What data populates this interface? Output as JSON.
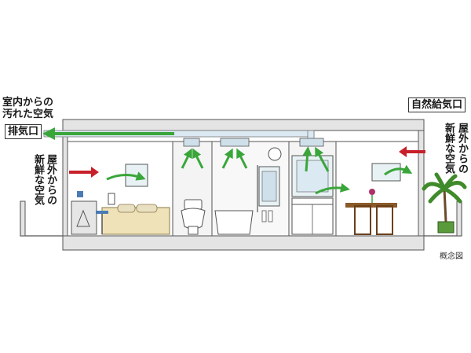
{
  "labels": {
    "dirty_air_line1": "室内からの",
    "dirty_air_line2": "汚れた空気",
    "exhaust_port": "排気口",
    "natural_intake": "自然給気口",
    "fresh_air_left_col1": "屋外からの",
    "fresh_air_left_col2": "新鮮な空気",
    "fresh_air_right_col1": "屋外からの",
    "fresh_air_right_col2": "新鮮な空気",
    "concept_note": "概念図"
  },
  "colors": {
    "airflow_green": "#3aa63a",
    "outside_air_red": "#c8202a",
    "duct_blue": "#dbe9f2",
    "wall_gray": "#d6d6d6",
    "floor_line": "#555555"
  }
}
